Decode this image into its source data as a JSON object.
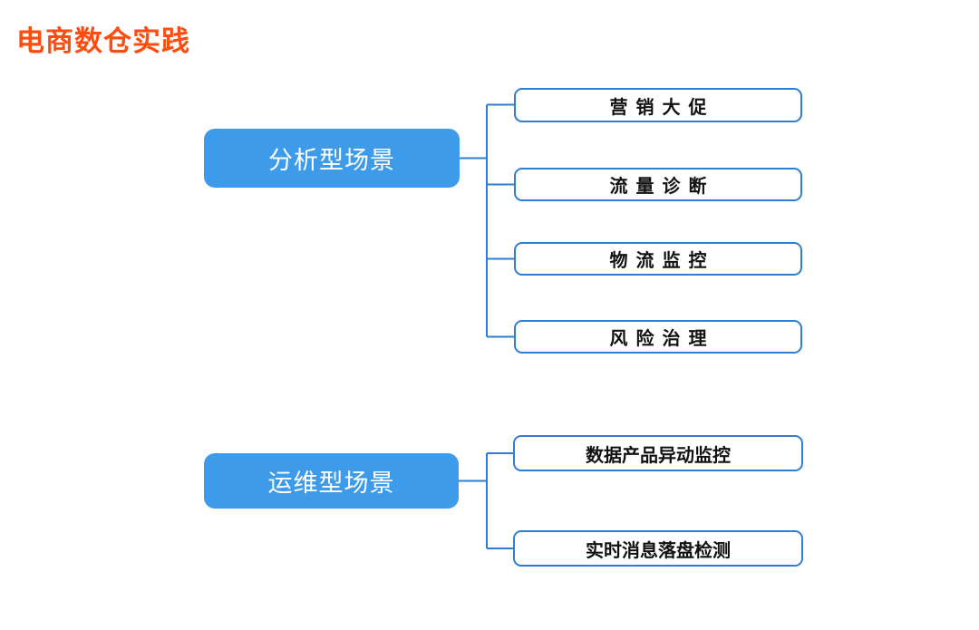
{
  "title": {
    "text": "电商数仓实践",
    "color": "#FF4D0F"
  },
  "colors": {
    "parent_node_fill": "#3E9BE9",
    "parent_node_text": "#FFFFFF",
    "leaf_border": "#2E7ED3",
    "connector_line": "#2E7ED3",
    "leaf_text": "#111111",
    "background": "#FFFFFF"
  },
  "mindmap": {
    "groups": [
      {
        "parent": {
          "label": "分析型场景"
        },
        "children": [
          {
            "label": "营销大促"
          },
          {
            "label": "流量诊断"
          },
          {
            "label": "物流监控"
          },
          {
            "label": "风险治理"
          }
        ]
      },
      {
        "parent": {
          "label": "运维型场景"
        },
        "children": [
          {
            "label": "数据产品异动监控"
          },
          {
            "label": "实时消息落盘检测"
          }
        ]
      }
    ]
  }
}
